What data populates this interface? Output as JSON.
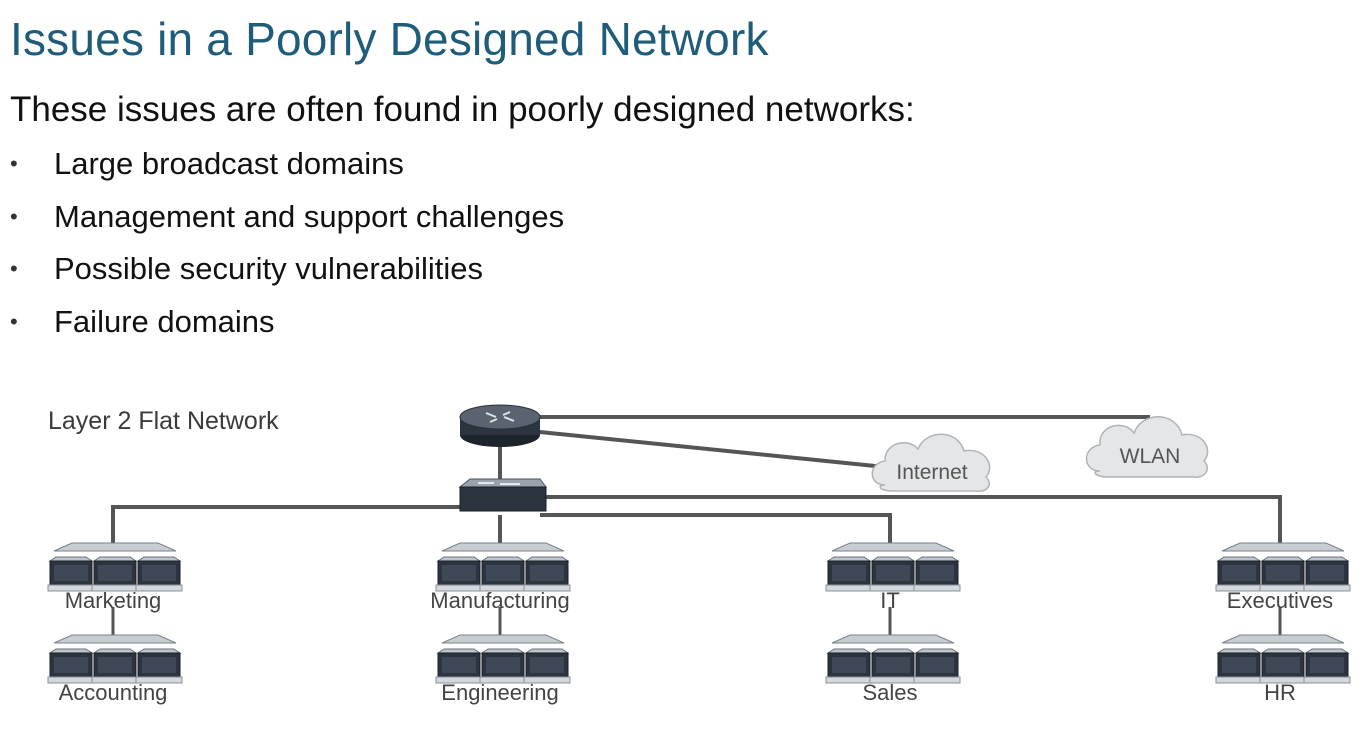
{
  "slide": {
    "title": "Issues in a Poorly Designed Network",
    "intro": "These issues are often found in poorly designed networks:",
    "bullets": [
      "Large broadcast domains",
      "Management and support challenges",
      "Possible security vulnerabilities",
      "Failure domains"
    ]
  },
  "diagram": {
    "title": "Layer 2 Flat Network",
    "clouds": [
      "Internet",
      "WLAN"
    ],
    "groups": [
      {
        "top": "Marketing",
        "bottom": "Accounting"
      },
      {
        "top": "Manufacturing",
        "bottom": "Engineering"
      },
      {
        "top": "IT",
        "bottom": "Sales"
      },
      {
        "top": "Executives",
        "bottom": "HR"
      }
    ]
  },
  "colors": {
    "title": "#1f5c7a",
    "device": "#2c3440",
    "link": "#555555",
    "cloud": "#e4e6e8"
  },
  "icons": [
    "router-icon",
    "switch-icon",
    "cloud-icon",
    "workstation-group-icon"
  ]
}
